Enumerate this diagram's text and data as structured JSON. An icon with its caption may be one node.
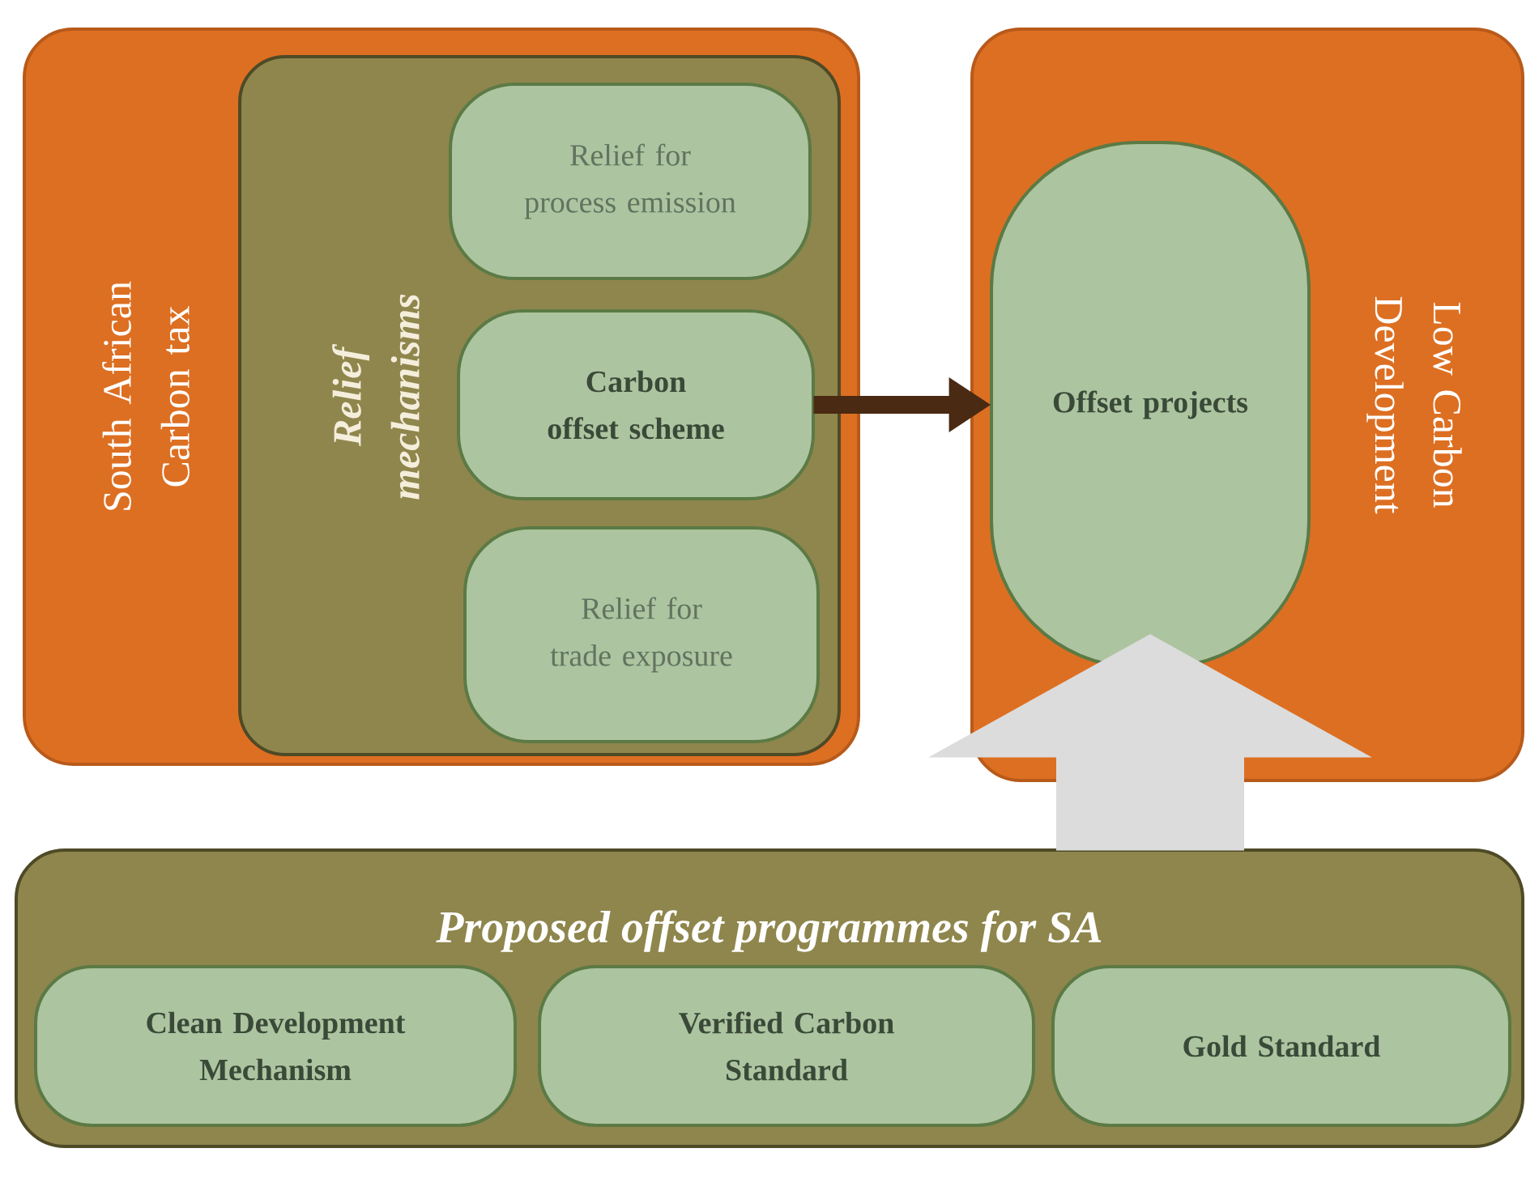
{
  "diagram": {
    "nodes": [
      {
        "text": [
          "South African Carbon tax"
        ]
      },
      {
        "text": [
          "Relief mechanisms"
        ],
        "in": 0
      },
      {
        "text": [
          "Relief for process emission"
        ],
        "in": 1
      },
      {
        "text": [
          "Carbon offset scheme"
        ],
        "in": 1
      },
      {
        "text": [
          "Relief for trade exposure"
        ],
        "in": 1
      },
      {
        "text": [
          "Low Carbon Development"
        ]
      },
      {
        "text": [
          "Offset projects"
        ],
        "in": 5
      },
      {
        "text": [
          "Proposed offset programmes for SA"
        ]
      },
      {
        "text": [
          "Clean Development Mechanism"
        ],
        "in": 7
      },
      {
        "text": [
          "Verified Carbon Standard"
        ],
        "in": 7
      },
      {
        "text": [
          "Gold Standard"
        ],
        "in": 7
      }
    ],
    "edges": [
      {
        "from": 3,
        "to": 6,
        "arrow": "to",
        "color": "#4a2a12"
      },
      {
        "from": 7,
        "to": 6,
        "arrow": "to",
        "style": "thick",
        "color": "#dcdcdc"
      }
    ]
  }
}
